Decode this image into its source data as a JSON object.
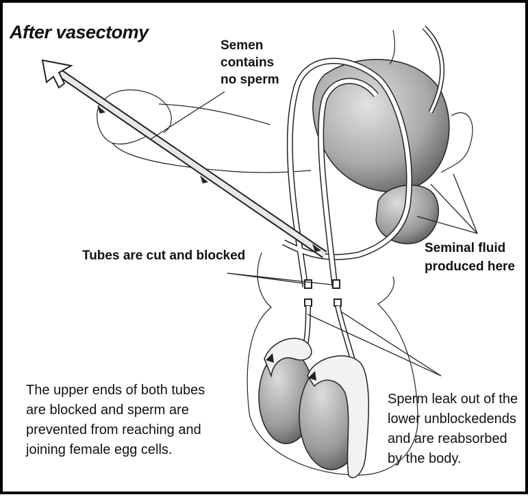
{
  "title": "After vasectomy",
  "labels": {
    "semen": [
      "Semen",
      "contains",
      "no sperm"
    ],
    "tubes": "Tubes are cut and blocked",
    "seminal": [
      "Seminal fluid",
      "produced here"
    ],
    "upper_ends": [
      "The upper ends of both tubes",
      "are blocked and sperm are",
      "prevented from reaching and",
      "joining female egg cells."
    ],
    "sperm_leak": [
      "Sperm leak out of the",
      "lower unblockedends",
      "and are reabsorbed",
      "by the body."
    ]
  }
}
